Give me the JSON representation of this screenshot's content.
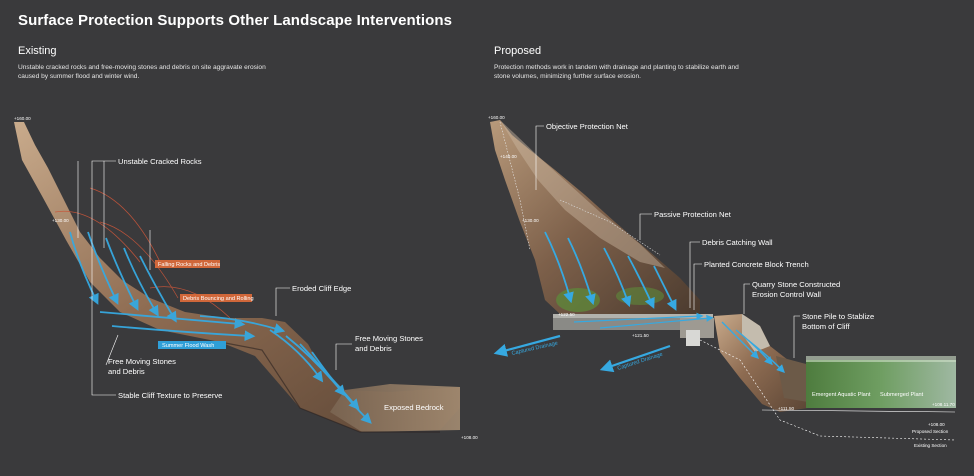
{
  "title": "Surface Protection Supports Other Landscape Interventions",
  "existing": {
    "heading": "Existing",
    "description": "Unstable cracked rocks and free-moving stones and debris on site aggravate erosion caused by summer flood and winter wind.",
    "labels": {
      "unstable_rocks": "Unstable Cracked Rocks",
      "falling_rocks": "Falling Rocks and Debris",
      "debris_bouncing": "Debris Bouncing and Rolling",
      "summer_flood": "Summer Flood Wash",
      "free_stones_1": "Free Moving Stones",
      "free_stones_2": "and Debris",
      "stable_texture": "Stable Cliff Texture to Preserve",
      "eroded_edge": "Eroded Cliff Edge",
      "free_stones_r1": "Free Moving Stones",
      "free_stones_r2": "and Debris",
      "exposed_bedrock": "Exposed Bedrock"
    },
    "elevations": {
      "top": "+160.00",
      "mid": "+130.00",
      "bottom": "+108.00"
    }
  },
  "proposed": {
    "heading": "Proposed",
    "description": "Protection methods work in tandem with drainage and planting to stabilize earth and stone volumes, minimizing further surface erosion.",
    "labels": {
      "objective_net": "Objective Protection Net",
      "passive_net": "Passive Protection Net",
      "debris_wall": "Debris Catching Wall",
      "planted_trench": "Planted Concrete Block Trench",
      "quarry_1": "Quarry Stone Constructed",
      "quarry_2": "Erosion Control Wall",
      "stone_pile_1": "Stone Pile to Stablize",
      "stone_pile_2": "Bottom of Cliff",
      "captured_drainage_1": "Captured Drainage",
      "captured_drainage_2": "Captured Drainage",
      "emergent_plant": "Emergent Aquatic Plant",
      "submerged_plant": "Submerged Plant",
      "proposed_section": "Proposed Section",
      "existing_section": "Existing Section"
    },
    "elevations": {
      "top": "+160.00",
      "upper": "+140.00",
      "mid": "+130.00",
      "ledge": "+122.50",
      "trench": "+121.50",
      "water": "+108.11.70",
      "pile": "+111.50",
      "bottom": "+108.00"
    }
  },
  "colors": {
    "background": "#3a3a3c",
    "water": "#36a9e1",
    "falling_tag": "#d0673a",
    "flood_tag": "#2f9fd8"
  }
}
